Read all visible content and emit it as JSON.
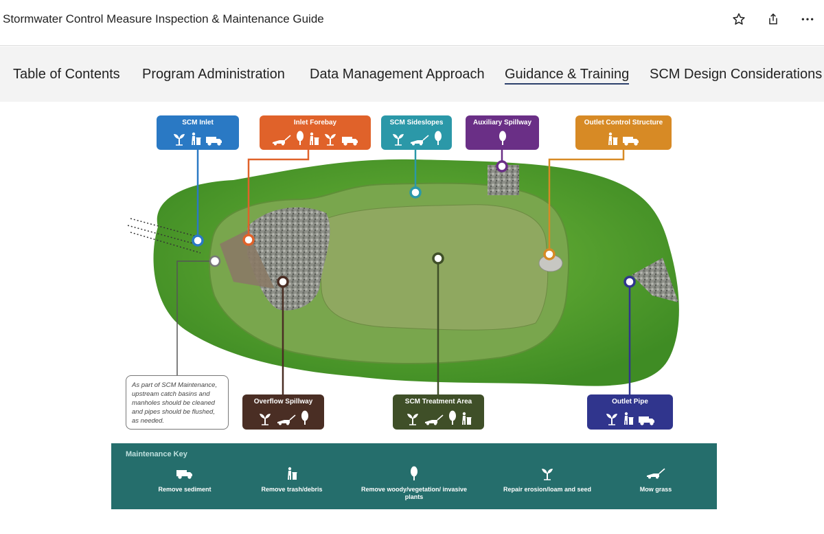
{
  "header": {
    "title": "Stormwater Control Measure Inspection & Maintenance Guide",
    "actions": [
      {
        "name": "favorite",
        "icon": "star-icon"
      },
      {
        "name": "share",
        "icon": "share-icon"
      },
      {
        "name": "more",
        "icon": "more-icon"
      }
    ]
  },
  "nav": {
    "items": [
      {
        "label": "Table of Contents"
      },
      {
        "label": "Program Administration"
      },
      {
        "label": "Data Management Approach"
      },
      {
        "label": "Guidance & Training",
        "active": true
      },
      {
        "label": "SCM Design Considerations"
      }
    ]
  },
  "figure": {
    "callouts": [
      {
        "label": "SCM Inlet",
        "color": "#2a79c4",
        "icons": [
          "seedling-icon",
          "trash-icon",
          "truck-icon"
        ]
      },
      {
        "label": "Inlet Forebay",
        "color": "#e0622a",
        "icons": [
          "mower-icon",
          "tree-icon",
          "trash-icon",
          "seedling-icon",
          "truck-icon"
        ]
      },
      {
        "label": "SCM Sideslopes",
        "color": "#2b98a8",
        "icons": [
          "seedling-icon",
          "mower-icon",
          "tree-icon"
        ]
      },
      {
        "label": "Auxiliary Spillway",
        "color": "#6a2f86",
        "icons": [
          "tree-icon"
        ]
      },
      {
        "label": "Outlet Control Structure",
        "color": "#d78a25",
        "icons": [
          "trash-icon",
          "truck-icon"
        ]
      },
      {
        "label": "Overflow Spillway",
        "color": "#4a2e24",
        "icons": [
          "seedling-icon",
          "mower-icon",
          "tree-icon"
        ]
      },
      {
        "label": "SCM Treatment Area",
        "color": "#3f4f28",
        "icons": [
          "seedling-icon",
          "mower-icon",
          "tree-icon",
          "trash-icon"
        ]
      },
      {
        "label": "Outlet Pipe",
        "color": "#30358d",
        "icons": [
          "seedling-icon",
          "trash-icon",
          "truck-icon"
        ]
      }
    ],
    "note": "As part of SCM Maintenance, upstream catch basins and manholes should be cleaned and pipes should be flushed, as needed."
  },
  "key": {
    "title": "Maintenance Key",
    "items": [
      {
        "icon": "truck-icon",
        "label": "Remove sediment"
      },
      {
        "icon": "trash-icon",
        "label": "Remove trash/debris"
      },
      {
        "icon": "tree-icon",
        "label": "Remove woody/vegetation/ invasive plants"
      },
      {
        "icon": "seedling-icon",
        "label": "Repair erosion/loam and seed"
      },
      {
        "icon": "mower-icon",
        "label": "Mow grass"
      }
    ]
  }
}
